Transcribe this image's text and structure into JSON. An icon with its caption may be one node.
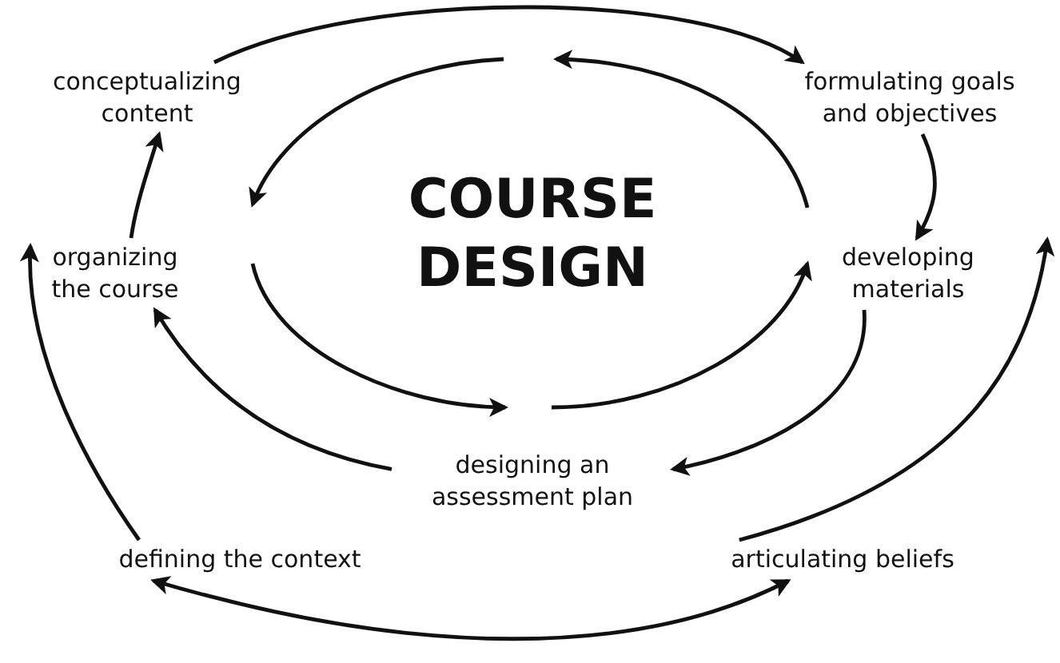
{
  "diagram": {
    "nodes": [
      {
        "text": [
          "conceptualizing content"
        ]
      },
      {
        "text": [
          "formulating goals and objectives"
        ]
      },
      {
        "text": [
          "COURSE DESIGN"
        ]
      },
      {
        "text": [
          "organizing the course"
        ]
      },
      {
        "text": [
          "developing materials"
        ]
      },
      {
        "text": [
          "designing an assessment plan"
        ]
      },
      {
        "text": [
          "defining the context"
        ]
      },
      {
        "text": [
          "articulating beliefs"
        ]
      }
    ],
    "edges": [
      {
        "from": 0,
        "to": 1,
        "arrow": "to"
      },
      {
        "from": 1,
        "to": 4,
        "arrow": "to"
      },
      {
        "from": 7,
        "to": null,
        "arrow": "to"
      },
      {
        "from": 6,
        "to": 7,
        "arrow": "both"
      },
      {
        "from": 6,
        "to": 3,
        "arrow": "to"
      },
      {
        "from": 3,
        "to": 0,
        "arrow": "to"
      },
      {
        "from": 4,
        "to": 5,
        "arrow": "to"
      },
      {
        "from": 5,
        "to": 3,
        "arrow": "to"
      }
    ]
  }
}
